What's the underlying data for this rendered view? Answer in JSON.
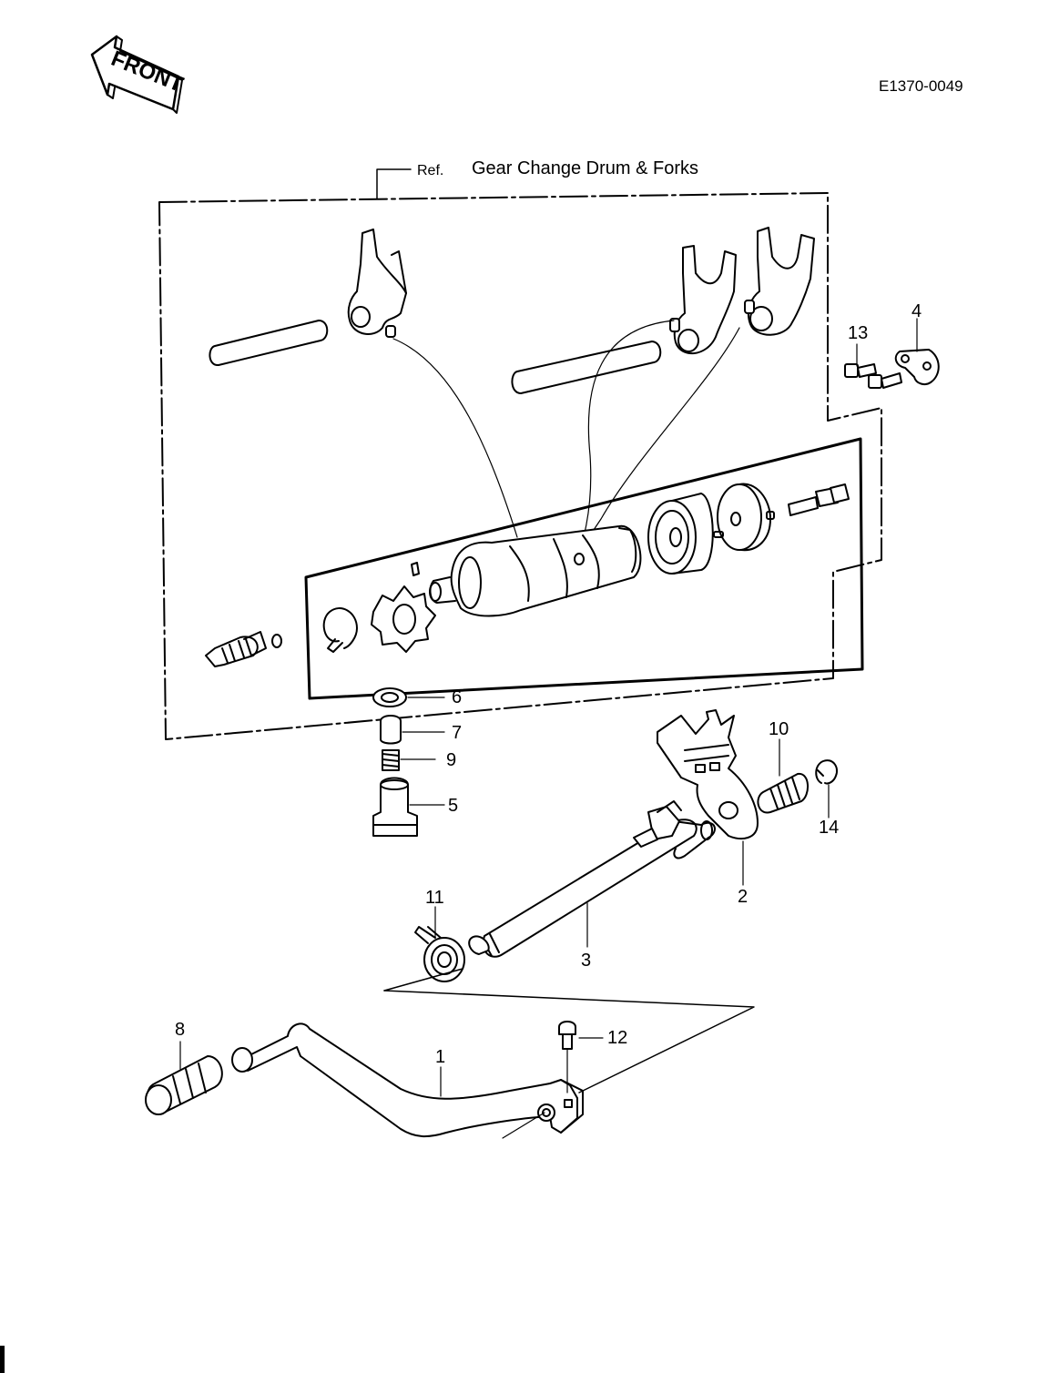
{
  "diagram": {
    "front_marker": "FRONT",
    "diagram_code": "E1370-0049",
    "ref_prefix": "Ref.",
    "ref_title": "Gear Change Drum & Forks",
    "callouts": {
      "c1": "1",
      "c2": "2",
      "c3": "3",
      "c4": "4",
      "c5": "5",
      "c6": "6",
      "c7": "7",
      "c8": "8",
      "c9": "9",
      "c10": "10",
      "c11": "11",
      "c12": "12",
      "c13": "13",
      "c14": "14"
    }
  }
}
